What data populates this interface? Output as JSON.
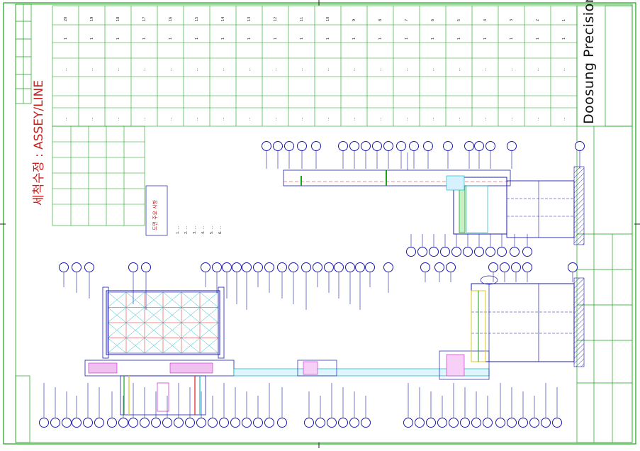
{
  "drawing": {
    "title": "세척수정 : ASSEY/LINE",
    "company": "Doosung Precision Co.,Ltd",
    "notes_heading": "도면 주요 사항",
    "notes_lines": [
      "1. ...",
      "2. ...",
      "3. ...",
      "4. ...",
      "5. ...",
      "6. ..."
    ]
  },
  "bom": {
    "rows": [
      {
        "no": "20",
        "name": "...",
        "dwg": "...",
        "qty": "1"
      },
      {
        "no": "19",
        "name": "...",
        "dwg": "...",
        "qty": "1"
      },
      {
        "no": "18",
        "name": "...",
        "dwg": "...",
        "qty": "1"
      },
      {
        "no": "17",
        "name": "...",
        "dwg": "...",
        "qty": "1"
      },
      {
        "no": "16",
        "name": "...",
        "dwg": "...",
        "qty": "1"
      },
      {
        "no": "15",
        "name": "...",
        "dwg": "...",
        "qty": "1"
      },
      {
        "no": "14",
        "name": "...",
        "dwg": "...",
        "qty": "1"
      },
      {
        "no": "13",
        "name": "...",
        "dwg": "...",
        "qty": "1"
      },
      {
        "no": "12",
        "name": "...",
        "dwg": "...",
        "qty": "1"
      },
      {
        "no": "11",
        "name": "...",
        "dwg": "...",
        "qty": "1"
      },
      {
        "no": "10",
        "name": "...",
        "dwg": "...",
        "qty": "1"
      },
      {
        "no": "9",
        "name": "...",
        "dwg": "...",
        "qty": "1"
      },
      {
        "no": "8",
        "name": "...",
        "dwg": "...",
        "qty": "1"
      },
      {
        "no": "7",
        "name": "...",
        "dwg": "...",
        "qty": "1"
      },
      {
        "no": "6",
        "name": "...",
        "dwg": "...",
        "qty": "1"
      },
      {
        "no": "5",
        "name": "...",
        "dwg": "...",
        "qty": "1"
      },
      {
        "no": "4",
        "name": "...",
        "dwg": "...",
        "qty": "1"
      },
      {
        "no": "3",
        "name": "...",
        "dwg": "...",
        "qty": "1"
      },
      {
        "no": "2",
        "name": "...",
        "dwg": "...",
        "qty": "1"
      },
      {
        "no": "1",
        "name": "...",
        "dwg": "...",
        "qty": "1"
      }
    ]
  },
  "bubbles": {
    "top_view": [
      "",
      "",
      "",
      "",
      "",
      "",
      "",
      "",
      "",
      "",
      "",
      "",
      "",
      "",
      "",
      ""
    ],
    "right_view": [
      "",
      "",
      "",
      "",
      "",
      ""
    ]
  },
  "colors": {
    "frame": "#17a317",
    "outline": "#1b1bb0",
    "accent_red": "#d81e1e",
    "accent_cyan": "#19b9c9",
    "accent_magenta": "#c81ec8",
    "accent_yellow": "#d8c81e"
  }
}
